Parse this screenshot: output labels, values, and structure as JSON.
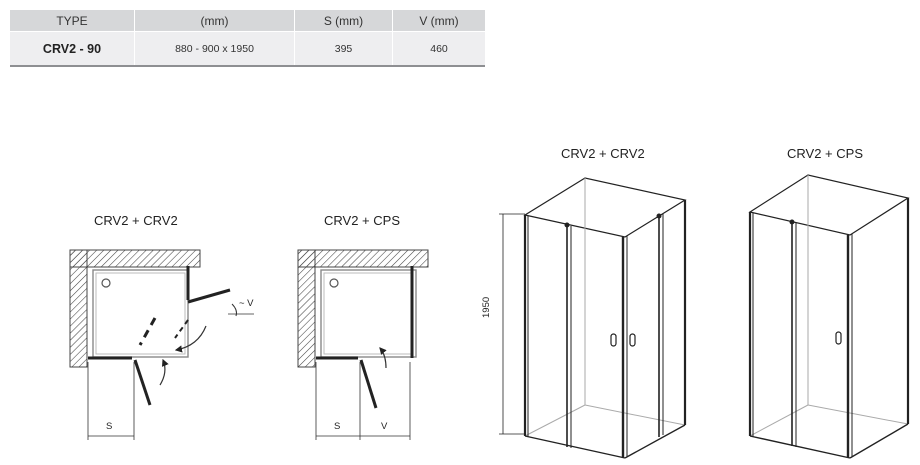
{
  "table": {
    "headers": [
      "TYPE",
      "(mm)",
      "S (mm)",
      "V (mm)"
    ],
    "row": {
      "type": "CRV2 - 90",
      "size": "880 - 900 x 1950",
      "s": "395",
      "v": "460"
    }
  },
  "plans": {
    "plan1_caption": "CRV2 + CRV2",
    "plan2_caption": "CRV2 + CPS",
    "dim_s": "S",
    "dim_v": "V",
    "swing_label": "~ V"
  },
  "elevations": {
    "elev1_caption": "CRV2 + CRV2",
    "elev2_caption": "CRV2 + CPS",
    "height_label": "1950"
  }
}
